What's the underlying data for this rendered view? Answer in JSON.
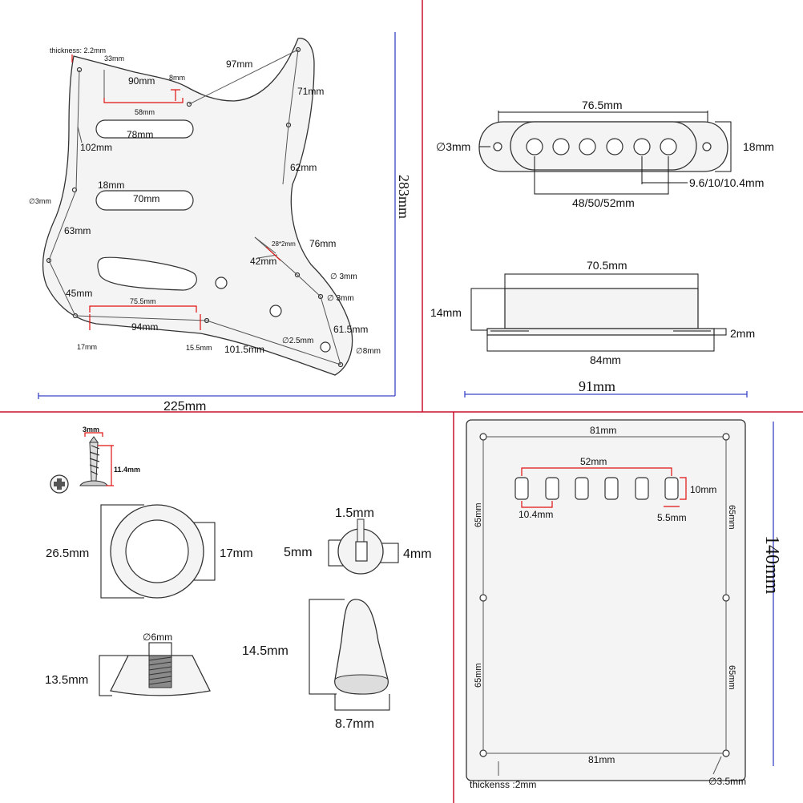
{
  "pickguard": {
    "thickness": "thickness: 2.2mm",
    "d33": "33mm",
    "d90": "90mm",
    "d8": "8mm",
    "d97": "97mm",
    "d71": "71mm",
    "d58": "58mm",
    "d78": "78mm",
    "d102": "102mm",
    "d62": "62mm",
    "d18": "18mm",
    "d70": "70mm",
    "hole3a": "∅3mm",
    "d63": "63mm",
    "d28x2": "28*2mm",
    "d76": "76mm",
    "d42": "42mm",
    "hole3b": "∅ 3mm",
    "hole3c": "∅ 3mm",
    "d45": "45mm",
    "d75_5": "75.5mm",
    "d94": "94mm",
    "d61_5": "61.5mm",
    "hole2_5": "∅2.5mm",
    "d17": "17mm",
    "d15_5": "15.5mm",
    "d101_5": "101.5mm",
    "hole8": "∅8mm",
    "height": "283mm",
    "width": "225mm"
  },
  "pickup_cover": {
    "length": "76.5mm",
    "hole": "∅3mm",
    "height": "18mm",
    "pole_gap": "9.6/10/10.4mm",
    "pole_span": "48/50/52mm"
  },
  "pickup_side": {
    "top": "70.5mm",
    "height": "14mm",
    "base": "2mm",
    "base_len": "84mm",
    "total": "91mm"
  },
  "screw": {
    "head": "3mm",
    "length": "11.4mm"
  },
  "knob": {
    "outer": "26.5mm",
    "inner": "17mm",
    "hole": "∅6mm",
    "height": "13.5mm"
  },
  "switch_tip": {
    "top": "1.5mm",
    "left": "5mm",
    "right": "4mm",
    "height": "14.5mm",
    "width": "8.7mm"
  },
  "backplate": {
    "top": "81mm",
    "slot_span": "52mm",
    "slot_h": "10mm",
    "slot_gap": "10.4mm",
    "slot_w": "5.5mm",
    "left_upper": "65mm",
    "right_upper": "65mm",
    "left_lower": "65mm",
    "right_lower": "65mm",
    "bottom": "81mm",
    "thickness": "thickenss :2mm",
    "hole": "∅3.5mm",
    "height": "140mm"
  }
}
